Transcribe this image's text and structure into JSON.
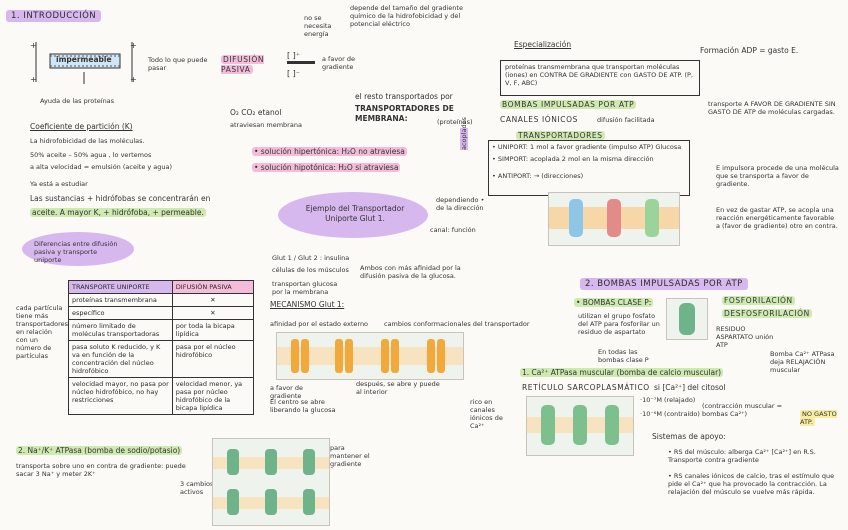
{
  "section1": {
    "title": "1. INTRODUCCIÓN",
    "membrane_label": "impermeable",
    "membrane_caption": "Ayuda de las proteínas",
    "todo_soluto": "Todo lo que puede pasar",
    "difusion_pasiva": "DIFUSIÓN PASIVA",
    "a_favor": "a favor de gradiente",
    "no_necesita": "no se necesita energía",
    "depende_de": "depende del tamaño del gradiente químico de la hidrofobicidad y del potencial eléctrico",
    "gases": "O₂  CO₂  etanol",
    "atraviesan": "atraviesan membrana",
    "coeficiente_title": "Coeficiente de partición (K)",
    "coef_line1": "La hidrofobicidad de las moléculas.",
    "coef_line2": "50% aceite – 50% agua , lo vertemos",
    "coef_line3": "a alta velocidad = emulsión (aceite y agua)",
    "coef_line4": "Ya está a estudiar",
    "coef_line5": "Las sustancias + hidrófobas se concentrarán en",
    "coef_line6": "aceite. A mayor K, + hidrófoba, + permeable."
  },
  "transporters": {
    "el_resto": "el resto transportados por",
    "transportadores": "TRANSPORTADORES DE MEMBRANA:",
    "proteinas": "(proteínas)",
    "especializacion": "Especialización",
    "formacion_adp": "Formación ADP = gasto E.",
    "box1": "proteínas transmembrana que transportan moléculas (iones) en CONTRA DE GRADIENTE con GASTO DE ATP. (P, V, F, ABC)",
    "bombas": "BOMBAS IMPULSADAS POR ATP",
    "canales": "CANALES IÓNICOS",
    "difusion_facilitada": "difusión facilitada",
    "transportadores_box": "TRANSPORTADORES",
    "canales_desc": "transporte A FAVOR DE GRADIENTE SIN GASTO DE ATP de moléculas cargadas.",
    "uniport": "• UNIPORT: 1 mol a favor gradiente (impulso ATP)  Glucosa",
    "simport": "• SIMPORT: acoplada 2 mol en la misma dirección",
    "antiport": "• ANTIPORT: → (direcciones)",
    "impulsa": "E impulsora procede de una molécula que se transporta a favor de gradiente.",
    "no_gasto": "En vez de gastar ATP, se acopla una reacción energéticamente favorable a (favor de gradiente) otro en contra.",
    "side_label": "acoplados",
    "dependencia": "dependiendo • de la dirección",
    "solucion_hiper": "• solución hipertónica: H₂O no atraviesa",
    "solucion_hipo": "• solución hipotónica: H₂O si atraviesa"
  },
  "glut": {
    "blob_title": "Ejemplo del Transportador Uniporte Glut 1.",
    "canal": "canal: función",
    "glut_line": "Glut 1 / Glut 2 : insulina",
    "celulas": "células de los músculos",
    "ambas": "Ambos con más afinidad por la difusión pasiva de la glucosa.",
    "transportan": "transportan glucosa por la membrana",
    "diferencias_blob": "Diferencias entre difusión pasiva y transporte uniporte",
    "mecanismo": "MECANISMO   Glut 1:",
    "cambios": "cambios conformacionales  del transportador",
    "afinidad": "afinidad por el estado externo",
    "glucosa_fuera": "a favor de gradiente",
    "el_centro": "El centro se abre liberando la glucosa",
    "despues": "después, se abre y puede al interior"
  },
  "table": {
    "headers": [
      "TRANSPORTE UNIPORTE",
      "DIFUSIÓN PASIVA"
    ],
    "rows": [
      [
        "proteínas transmembrana",
        "✕"
      ],
      [
        "específico",
        "✕"
      ],
      [
        "número limitado de moléculas transportadoras",
        "por toda la bicapa lipídica"
      ],
      [
        "pasa soluto K reducido, y K va en función de la concentración del núcleo hidrofóbico",
        "pasa por el núcleo hidrofóbico"
      ],
      [
        "velocidad mayor, no pasa por núcleo hidrofóbico, no hay restricciones",
        "velocidad menor, ya pasa por núcleo hidrofóbico de la bicapa lipídica"
      ]
    ],
    "left_note": "cada partícula tiene más transportadores en relación con un número de partículas"
  },
  "section2": {
    "title": "2. BOMBAS IMPULSADAS POR ATP",
    "bombas_p": "• BOMBAS CLASE P:",
    "bombas_p_desc": "utilizan el grupo fosfato del ATP para fosforilar un residuo de aspartato",
    "fosforilacion": "FOSFORILACIÓN",
    "desfosforilacion": "DESFOSFORILACIÓN",
    "residuo": "RESIDUO ASPARTATO unión ATP",
    "en_todas": "En todas las bombas clase P",
    "ca_title": "1. Ca²⁺ ATPasa muscular (bomba de calcio muscular)",
    "reticulo": "RETÍCULO  SARCOPLASMÁTICO",
    "ca_cond": "si [Ca²⁺] del citosol",
    "ca_rico": "rico en canales iónicos de Ca²⁺",
    "relajado": "·10⁻⁷M (relajado)",
    "contraido": "·10⁻⁶M (contraído)",
    "contraccion": "(contracción muscular = bombas Ca²⁺)",
    "no_gasto": "NO GASTO ATP.",
    "bomba_ca": "Bomba Ca²⁺ ATPasa deja RELAJACIÓN muscular",
    "sistemas": "Sistemas de apoyo:",
    "rs1": "• RS del músculo: alberga Ca²⁺ [Ca²⁺] en R.S. Transporte contra gradiente",
    "rs2": "• RS canales iónicos de calcio, tras el estímulo que pide el Ca²⁺ que ha provocado la contracción. La relajación del músculo se vuelve más rápida.",
    "na_title": "2. Na⁺/K⁺ ATPasa (bomba de sodio/potasio)",
    "na_desc": "transporta sobre uno en contra de gradiente: puede sacar 3 Na⁺ y meter 2K⁺",
    "na_note": "para mantener el gradiente",
    "cambio": "3 cambios activos"
  },
  "colors": {
    "highlight_green": "#cfeab0",
    "highlight_pink": "#f4bcd8",
    "highlight_lilac": "#d7b8ee",
    "highlight_yellow": "#f6ee9e"
  }
}
